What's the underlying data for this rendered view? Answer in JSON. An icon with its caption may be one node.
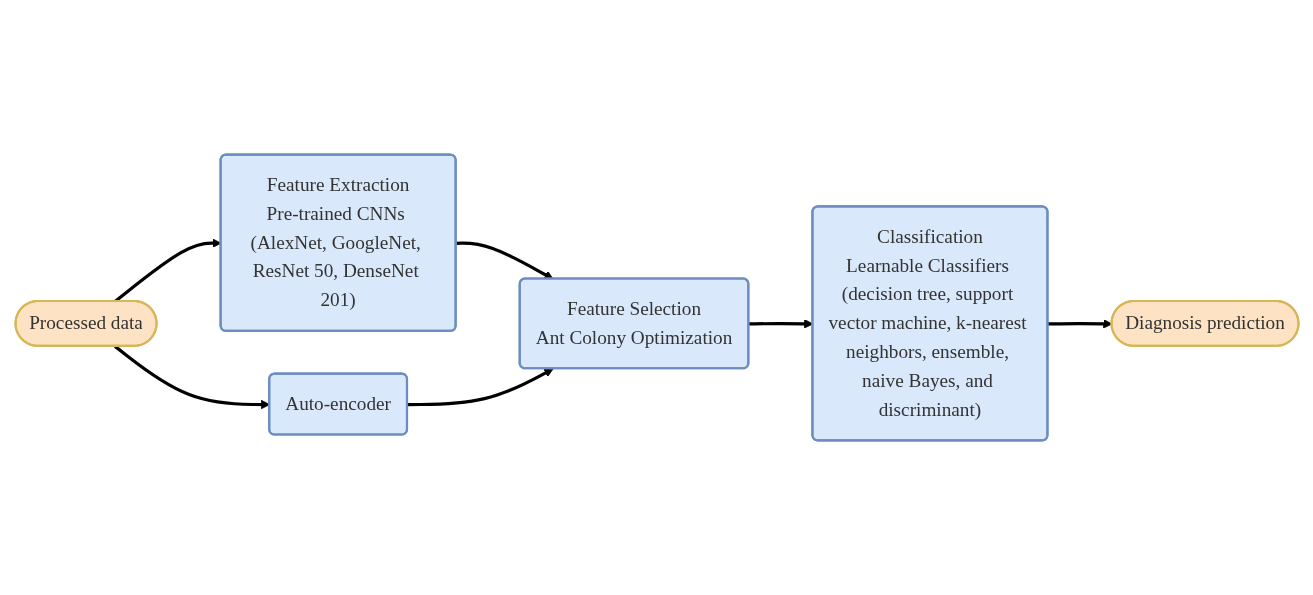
{
  "diagram": {
    "nodes": [
      {
        "text": [
          "Processed data"
        ]
      },
      {
        "text": [
          "Feature Extraction",
          "Pre-trained CNNs (AlexNet, GoogleNet, ResNet 50, DenseNet 201)"
        ]
      },
      {
        "text": [
          "Auto-encoder"
        ]
      },
      {
        "text": [
          "Feature Selection",
          "Ant Colony Optimization"
        ]
      },
      {
        "text": [
          "Classification",
          "Learnable Classifiers (decision tree, support vector machine, k-nearest neighbors, ensemble, naive Bayes, and discriminant)"
        ]
      },
      {
        "text": [
          "Diagnosis prediction"
        ]
      }
    ],
    "edges": [
      {
        "from": 0,
        "to": 1,
        "arrow": "to"
      },
      {
        "from": 0,
        "to": 2,
        "arrow": "to"
      },
      {
        "from": 1,
        "to": 3,
        "arrow": "to"
      },
      {
        "from": 2,
        "to": 3,
        "arrow": "to"
      },
      {
        "from": 3,
        "to": 4,
        "arrow": "to"
      },
      {
        "from": 4,
        "to": 5,
        "arrow": "to"
      }
    ]
  }
}
